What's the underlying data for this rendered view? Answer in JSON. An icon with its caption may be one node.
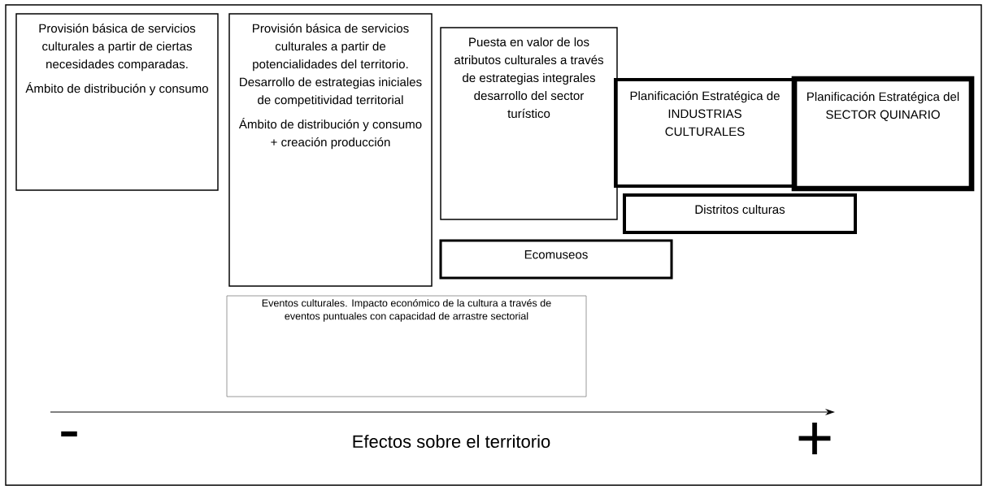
{
  "diagram": {
    "nodes": [
      {
        "text": [
          "Provisión básica de servicios culturales a partir de ciertas necesidades comparadas.",
          "Ámbito de distribución y consumo"
        ]
      },
      {
        "text": [
          "Provisión básica de servicios culturales a partir de potencialidades del territorio. Desarrollo de estrategias iniciales de competitividad territorial",
          "Ámbito de distribución y consumo + creación producción"
        ]
      },
      {
        "text": [
          "Puesta en valor de los atributos culturales a través de estrategias integrales desarrollo del sector turístico"
        ]
      },
      {
        "text": [
          "Planificación Estratégica de INDUSTRIAS CULTURALES"
        ]
      },
      {
        "text": [
          "Planificación Estratégica del SECTOR QUINARIO"
        ]
      },
      {
        "text": [
          "Distritos culturas"
        ]
      },
      {
        "text": [
          "Ecomuseos"
        ]
      },
      {
        "text": [
          "Eventos culturales. Impacto económico de la cultura a través de eventos puntuales con capacidad de arrastre sectorial"
        ]
      }
    ],
    "labels": [
      "-",
      "Efectos sobre el territorio",
      "+"
    ]
  }
}
